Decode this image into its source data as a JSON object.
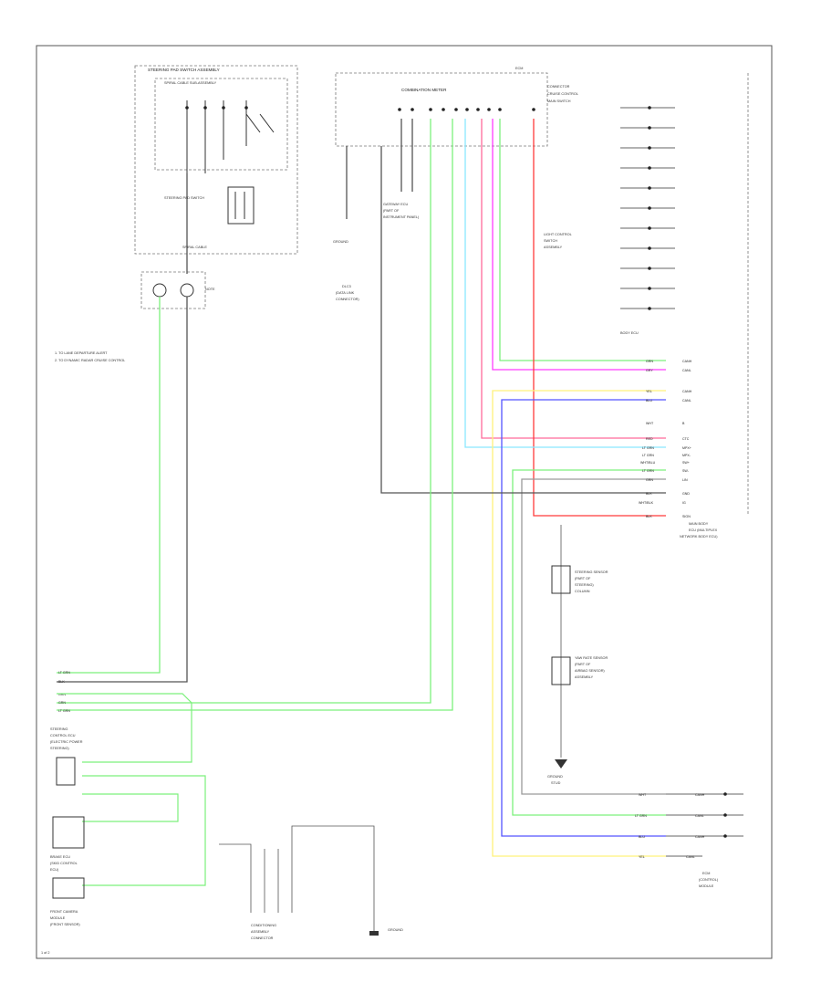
{
  "diagram": {
    "page_ref": "1 of 2",
    "components": {
      "steering_sw": {
        "title": "STEERING PAD SWITCH ASSEMBLY",
        "sub": "SPIRAL CABLE SUB-ASSEMBLY",
        "inner": "STEERING PAD SWITCH",
        "box": "STEERING PAD SWITCH",
        "spiral": "SPIRAL CABLE",
        "note": "NOTE"
      },
      "ecm_top": {
        "title": "ECM",
        "conn": "CONNECTOR",
        "cruise": "CRUISE CONTROL",
        "main": "MAIN SWITCH"
      },
      "combo": "COMBINATION METER",
      "body_ecu": "BODY ECU",
      "gateway": {
        "l1": "GATEWAY ECU",
        "l2": "(PART OF",
        "l3": "INSTRUMENT PANEL)"
      },
      "ground": "GROUND",
      "dlc3": {
        "l1": "DLC3",
        "l2": "(DATA LINK",
        "l3": "CONNECTOR)"
      },
      "steer_sensor": {
        "l1": "STEERING SENSOR",
        "l2": "(PART OF",
        "l3": "STEERING)",
        "l4": "COLUMN"
      },
      "yaw": {
        "l1": "YAW RATE SENSOR",
        "l2": "(PART OF",
        "l3": "AIRBAG SENSOR)",
        "l4": "ASSEMBLY"
      },
      "ecm_bot": {
        "l1": "ECM",
        "l2": "(CONTROL)",
        "l3": "MODULE"
      },
      "steer_ecu": {
        "l1": "STEERING",
        "l2": "CONTROL ECU",
        "l3": "(ELECTRIC POWER",
        "l4": "STEERING)"
      },
      "brake_ecu": {
        "l1": "BRAKE ECU",
        "l2": "(SKID CONTROL",
        "l3": "ECU)"
      },
      "front_ecu": {
        "l1": "FRONT CAMERA",
        "l2": "MODULE",
        "l3": "(FRONT SENSOR)"
      },
      "combo_sw": {
        "l1": "CONDITIONING",
        "l2": "ASSEMBLY",
        "l3": "CONNECTOR"
      },
      "ground_bot": {
        "l1": "GROUND",
        "l2": "STUD"
      },
      "sensor_right": {
        "l1": "MAIN BODY",
        "l2": "ECU (MULTIPLEX",
        "l3": "NETWORK BODY ECU)"
      },
      "light_right": {
        "l1": "LIGHT CONTROL",
        "l2": "SWITCH",
        "l3": "ASSEMBLY"
      }
    },
    "notes": [
      "1. TO LANE DEPARTURE ALERT",
      "2. TO DYNAMIC RADAR CRUISE CONTROL"
    ],
    "wire_colors": {
      "green": "#7cf07c",
      "magenta": "#ff3cff",
      "pink": "#ff6a9a",
      "red": "#ff3b3b",
      "cyan": "#8ae8ff",
      "yellow": "#fff27a",
      "blue": "#5555ff",
      "black": "#555555",
      "gray": "#9a9a9a"
    },
    "right_pins": [
      "GRN",
      "GRY",
      "YEL",
      "BLU",
      "WHT",
      "RED",
      "LT GRN",
      "LT GRN",
      "WHT/BLU",
      "LT GRN",
      "GRN",
      "BLK",
      "WHT/BLK",
      "BLK"
    ],
    "right_pin_labels": [
      "CANH",
      "CANL",
      "CANH",
      "CANL",
      "B",
      "CTC",
      "MPX+",
      "MPX-",
      "SW+",
      "SW-",
      "LIN",
      "GND",
      "IG",
      "SIGN"
    ],
    "left_wires": [
      "LT GRN",
      "BLK",
      "GRN",
      "GRN",
      "LT GRN"
    ],
    "bottom_right_wires": [
      "WHT",
      "LT GRN",
      "BLU",
      "YEL"
    ],
    "bottom_right_pins": [
      "CANH",
      "CANL",
      "CANH",
      "CANL"
    ]
  }
}
